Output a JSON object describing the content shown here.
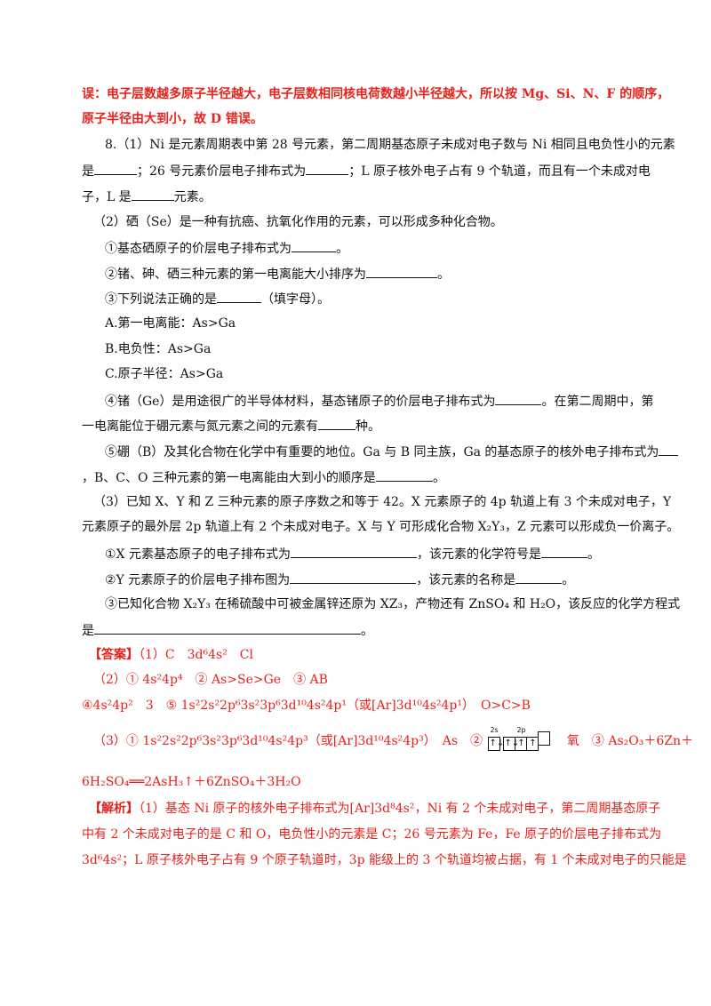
{
  "lines": {
    "l1": "误：电子层数越多原子半径越大，电子层数相同核电荷数越小半径越大，所以按 Mg、Si、N、F 的顺序，",
    "l2": "原子半径由大到小，故 D 错误。",
    "q8_a": "8.（1）Ni 是元素周期表中第 28 号元素，第二周期基态原子未成对电子数与 Ni 相同且电负性小的元素",
    "q8_b1": "是",
    "q8_b2": "；26 号元素价层电子排布式为",
    "q8_b3": "；L 原子核外电子占有 9 个轨道，而且有一个未成对电",
    "q8_c1": "子，L 是",
    "q8_c2": "元素。",
    "p2": "（2）硒（Se）是一种有抗癌、抗氧化作用的元素，可以形成多种化合物。",
    "p2_1a": "①基态硒原子的价层电子排布式为",
    "p2_1b": "。",
    "p2_2a": "②锗、砷、硒三种元素的第一电离能大小排序为",
    "p2_2b": "。",
    "p2_3a": "③下列说法正确的是",
    "p2_3b": "（填字母）。",
    "optA": "A.第一电离能：As>Ga",
    "optB": "B.电负性：As>Ga",
    "optC": "C.原子半径：As>Ga",
    "p2_4a": "④锗（Ge）是用途很广的半导体材料，基态锗原子的价层电子排布式为",
    "p2_4b": "。在第二周期中，第",
    "p2_4c": "一电离能位于硼元素与氮元素之间的元素有",
    "p2_4d": "种。",
    "p2_5a": "⑤硼（B）及其化合物在化学中有重要的地位。Ga 与 B 同主族，Ga 的基态原子的核外电子排布式为",
    "p2_5b": "，B、C、O 三种元素的第一电离能由大到小的顺序是",
    "p2_5c": "。",
    "p3_a": "（3）已知 X、Y 和 Z 三种元素的原子序数之和等于 42。X 元素原子的 4p 轨道上有 3 个未成对电子，Y",
    "p3_b": "元素原子的最外层 2p 轨道上有 2 个未成对电子。X 与 Y 可形成化合物 X₂Y₃，Z 元素可以形成负一价离子。",
    "p3_1a": "①X 元素基态原子的电子排布式为",
    "p3_1b": "，该元素的化学符号是",
    "p3_1c": "。",
    "p3_2a": "②Y 元素原子的价层电子排布图为",
    "p3_2b": "，该元素的名称是",
    "p3_2c": "。",
    "p3_3a": "③已知化合物 X₂Y₃ 在稀硫酸中可被金属锌还原为 XZ₃，产物还有 ZnSO₄ 和 H₂O，该反应的化学方程式",
    "p3_3b": "是",
    "p3_3c": "。"
  },
  "answer": {
    "tag": "【答案】",
    "a1": "（1）C　3d⁶4s²　Cl",
    "a2": "（2）① 4s²4p⁴　② As>Se>Ge　③ AB",
    "a3": "④4s²4p²　3　⑤ 1s²2s²2p⁶3s²3p⁶3d¹⁰4s²4p¹（或[Ar]3d¹⁰4s²4p¹）　O>C>B",
    "a4a": "（3）① 1s²2s²2p⁶3s²3p⁶3d¹⁰4s²4p³（或[Ar]3d¹⁰4s²4p³）　As　②",
    "orb_2s": "2s",
    "orb_2p": "2p",
    "orb_boxes": [
      "↑↓",
      "↑↓",
      "↑",
      "↑",
      ""
    ],
    "a4b": "氧　③ As₂O₃＋6Zn＋",
    "a5": "6H₂SO₄══2AsH₃↑＋6ZnSO₄＋3H₂O"
  },
  "analysis": {
    "tag": "【解析】",
    "s1": "（1）基态 Ni 原子的核外电子排布式为[Ar]3d⁸4s²，Ni 有 2 个未成对电子，第二周期基态原子",
    "s2": "中有 2 个未成对电子的是 C 和 O，电负性小的元素是 C；26 号元素为 Fe，Fe 原子的价层电子排布式为",
    "s3": "3d⁶4s²；L 原子核外电子占有 9 个原子轨道时，3p 能级上的 3 个轨道均被占据，有 1 个未成对电子的只能是"
  },
  "colors": {
    "red": "#e8221b",
    "text": "#111111"
  }
}
